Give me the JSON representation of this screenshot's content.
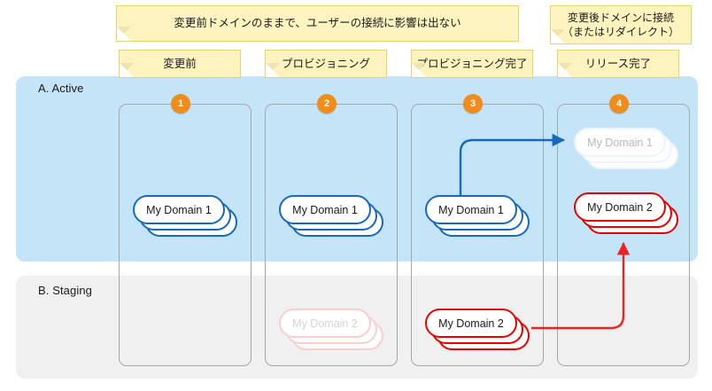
{
  "diagram": {
    "title_callouts": [
      {
        "id": "callout-left",
        "text": "変更前ドメインのままで、ユーザーの接続に影響は出ない"
      },
      {
        "id": "callout-right",
        "text": "変更後ドメインに接続\n（またはリダイレクト）"
      }
    ],
    "phase_tabs": [
      {
        "step": "1",
        "label": "変更前"
      },
      {
        "step": "2",
        "label": "プロビジョニング"
      },
      {
        "step": "3",
        "label": "プロビジョニング完了"
      },
      {
        "step": "4",
        "label": "リリース完了"
      }
    ],
    "bands": [
      {
        "id": "band-active",
        "label": "A. Active",
        "color": "#c4e4f8"
      },
      {
        "id": "band-staging",
        "label": "B. Staging",
        "color": "#f0f0f0"
      }
    ],
    "nodes": [
      {
        "id": "c1-active",
        "label": "My Domain 1",
        "band": "A. Active",
        "step": "1",
        "state": "solid-blue"
      },
      {
        "id": "c2-active",
        "label": "My Domain 1",
        "band": "A. Active",
        "step": "2",
        "state": "solid-blue"
      },
      {
        "id": "c3-active",
        "label": "My Domain 1",
        "band": "A. Active",
        "step": "3",
        "state": "solid-blue"
      },
      {
        "id": "c4-active-ghost",
        "label": "My Domain 1",
        "band": "A. Active",
        "step": "4",
        "state": "faded-blue"
      },
      {
        "id": "c4-active-red",
        "label": "My Domain 2",
        "band": "A. Active",
        "step": "4",
        "state": "solid-red"
      },
      {
        "id": "c2-staging",
        "label": "My Domain 2",
        "band": "B. Staging",
        "step": "2",
        "state": "faded-red"
      },
      {
        "id": "c3-staging",
        "label": "My Domain 2",
        "band": "B. Staging",
        "step": "3",
        "state": "solid-red"
      }
    ],
    "arrows": [
      {
        "id": "arrow-blue",
        "from": "c3-active",
        "to": "c4-active-ghost",
        "color": "#1668c0"
      },
      {
        "id": "arrow-red",
        "from": "c3-staging",
        "to": "c4-active-red",
        "color": "#ee2222"
      }
    ],
    "colors": {
      "band_active": "#c4e4f8",
      "band_staging": "#f0f0f0",
      "badge": "#f08c1b",
      "note": "#fdf3bf",
      "note_border": "#e8d26a",
      "blue": "#1668c0",
      "red": "#e60000",
      "column_border": "#a6a6a6"
    }
  }
}
